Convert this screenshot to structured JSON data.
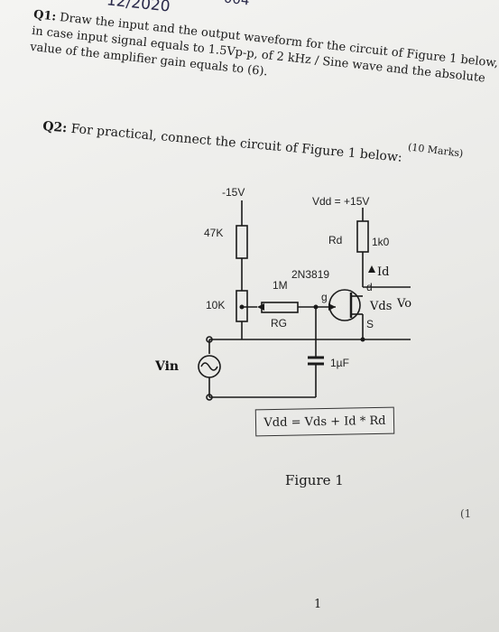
{
  "header": {
    "handwritten_date": "12/2020",
    "handwritten_corner": "004"
  },
  "q1": {
    "label": "Q1:",
    "line1": "Draw the input and the output waveform for the circuit of Figure 1 below,",
    "line2": "in case input signal equals to 1.5Vp-p, of 2 kHz / Sine wave and the absolute",
    "line3": "value of the amplifier gain equals to (6)."
  },
  "q2": {
    "label": "Q2:",
    "text": "For practical, connect the circuit of Figure 1 below:",
    "marks": "(10 Marks)"
  },
  "circuit": {
    "supply_neg": "-15V",
    "vdd": "Vdd = +15V",
    "r1": "47K",
    "r2": "10K",
    "rg_value": "1M",
    "rg_name": "RG",
    "rd_name": "Rd",
    "rd_value": "1k0",
    "transistor": "2N3819",
    "id": "Id",
    "d": "d",
    "g": "g",
    "s": "S",
    "vds": "Vds",
    "vo": "Vo",
    "cap": "1µF",
    "vin": "Vin"
  },
  "equation": "Vdd = Vds + Id * Rd",
  "figure_caption": "Figure 1",
  "page_number": "1",
  "edge_fragment": "(1"
}
